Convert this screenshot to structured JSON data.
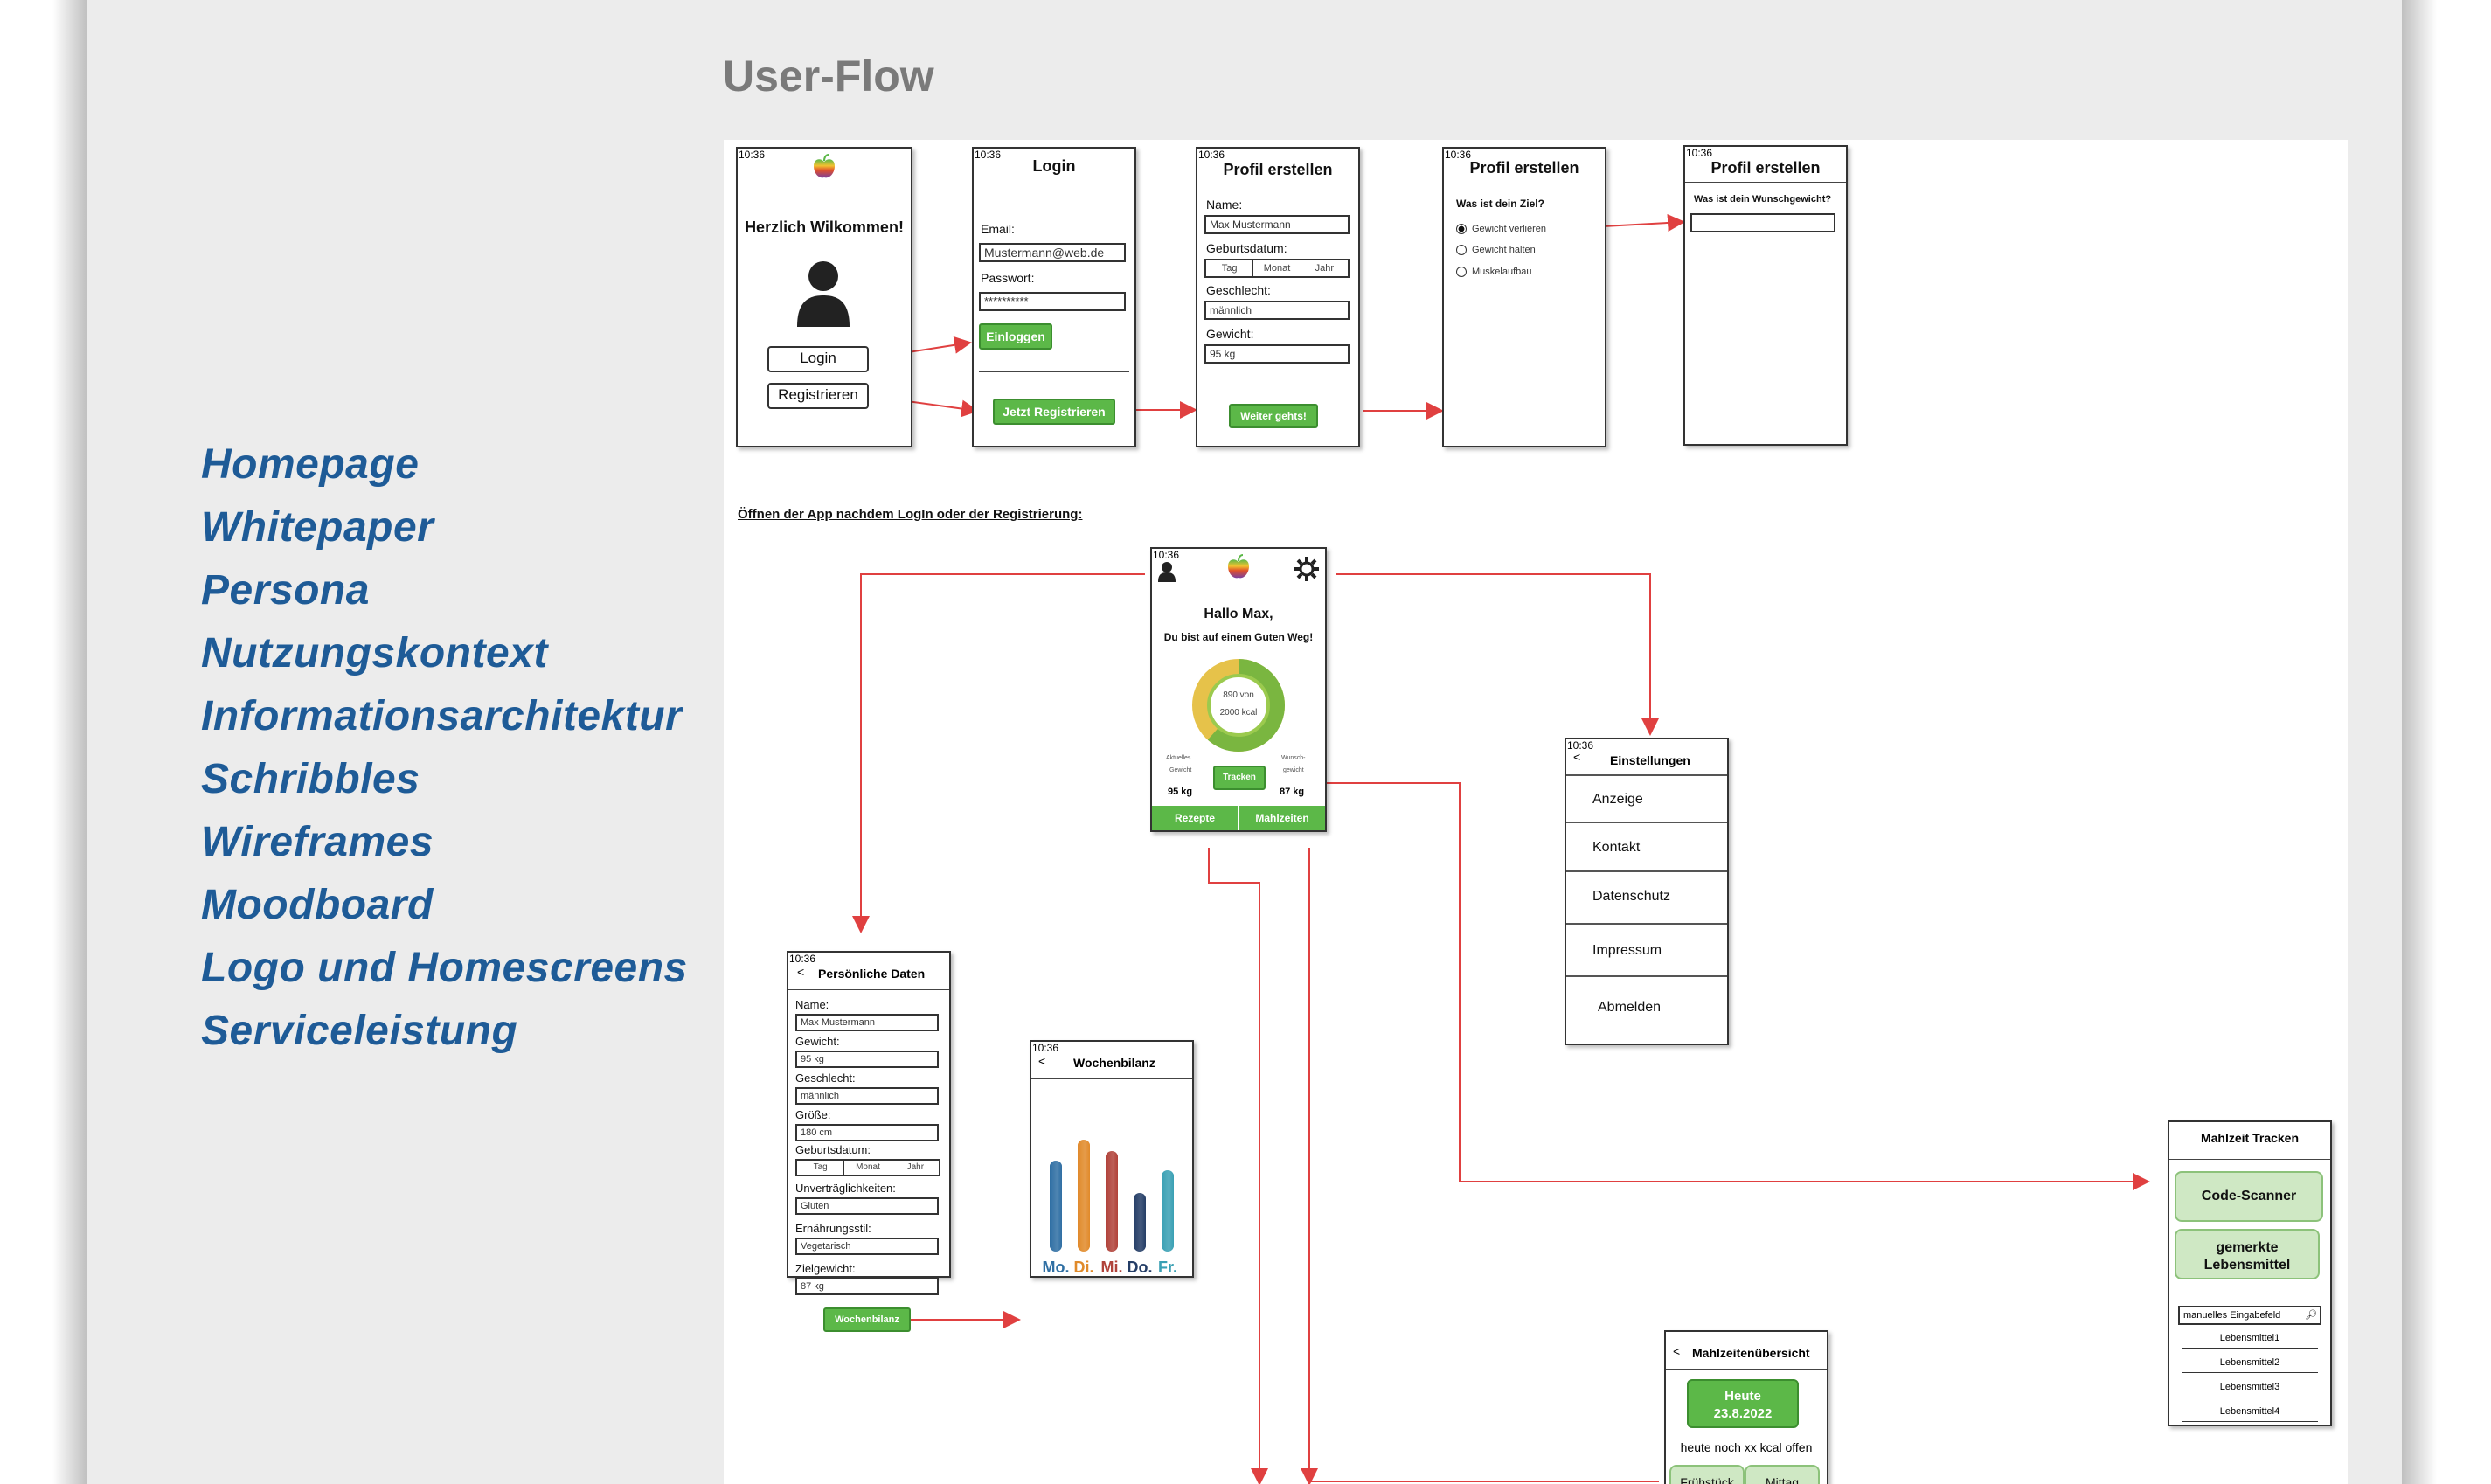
{
  "nav": {
    "items": [
      "Homepage",
      "Whitepaper",
      "Persona",
      "Nutzungskontext",
      "Informationsarchitektur",
      "Schribbles",
      "Wireframes",
      "Moodboard",
      "Logo und Homescreens",
      "Serviceleistung"
    ]
  },
  "section_title": "User-Flow",
  "clock": "10:36",
  "welcome": {
    "title": "Herzlich Wilkommen!",
    "login_btn": "Login",
    "register_btn": "Registrieren"
  },
  "login": {
    "title": "Login",
    "email_label": "Email:",
    "email_value": "Mustermann@web.de",
    "password_label": "Passwort:",
    "password_value": "**********",
    "submit": "Einloggen",
    "register": "Jetzt Registrieren"
  },
  "profile1": {
    "title": "Profil erstellen",
    "name_label": "Name:",
    "name_value": "Max Mustermann",
    "dob_label": "Geburtsdatum:",
    "dob_parts": [
      "Tag",
      "Monat",
      "Jahr"
    ],
    "gender_label": "Geschlecht:",
    "gender_value": "männlich",
    "weight_label": "Gewicht:",
    "weight_value": "95 kg",
    "next": "Weiter gehts!"
  },
  "profile2": {
    "title": "Profil erstellen",
    "question": "Was ist dein Ziel?",
    "options": [
      "Gewicht verlieren",
      "Gewicht halten",
      "Muskelaufbau"
    ]
  },
  "profile3": {
    "title": "Profil erstellen",
    "question": "Was ist dein Wunschgewicht?"
  },
  "caption": "Öffnen der App nachdem LogIn oder der Registrierung:",
  "home": {
    "greeting": "Hallo Max,",
    "sub": "Du bist auf einem Guten Weg!",
    "kcal_line1": "890 von",
    "kcal_line2": "2000 kcal",
    "current_label1": "Aktuelles",
    "current_label2": "Gewicht",
    "current_value": "95 kg",
    "target_label1": "Wunsch-",
    "target_label2": "gewicht",
    "target_value": "87 kg",
    "track": "Tracken",
    "tab_recipes": "Rezepte",
    "tab_meals": "Mahlzeiten"
  },
  "settings": {
    "back": "<",
    "title": "Einstellungen",
    "items": [
      "Anzeige",
      "Kontakt",
      "Datenschutz",
      "Impressum",
      "Abmelden"
    ]
  },
  "personal": {
    "back": "<",
    "title": "Persönliche Daten",
    "fields": [
      {
        "label": "Name:",
        "value": "Max Mustermann"
      },
      {
        "label": "Gewicht:",
        "value": "95 kg"
      },
      {
        "label": "Geschlecht:",
        "value": "männlich"
      },
      {
        "label": "Größe:",
        "value": "180 cm"
      }
    ],
    "dob_label": "Geburtsdatum:",
    "dob_parts": [
      "Tag",
      "Monat",
      "Jahr"
    ],
    "fields2": [
      {
        "label": "Unverträglichkeiten:",
        "value": "Gluten"
      },
      {
        "label": "Ernährungsstil:",
        "value": "Vegetarisch"
      },
      {
        "label": "Zielgewicht:",
        "value": "87 kg"
      }
    ],
    "button": "Wochenbilanz"
  },
  "week": {
    "back": "<",
    "title": "Wochenbilanz",
    "days": [
      "Mo.",
      "Di.",
      "Mi.",
      "Do.",
      "Fr."
    ],
    "colors": [
      "#2f6fa3",
      "#e08a2a",
      "#b0423a",
      "#243d66",
      "#3aa0b4"
    ],
    "levels": [
      0.65,
      0.8,
      0.72,
      0.42,
      0.58
    ]
  },
  "meals_overview": {
    "back": "<",
    "title": "Mahlzeitenübersicht",
    "today_line1": "Heute",
    "today_line2": "23.8.2022",
    "open": "heute noch xx kcal offen",
    "tabs": [
      "Frühstück",
      "Mittag"
    ]
  },
  "meal_track": {
    "title": "Mahlzeit Tracken",
    "scanner": "Code-Scanner",
    "saved_line1": "gemerkte",
    "saved_line2": "Lebensmittel",
    "search_placeholder": "manuelles Eingabefeld",
    "items": [
      "Lebensmittel1",
      "Lebensmittel2",
      "Lebensmittel3",
      "Lebensmittel4"
    ]
  }
}
